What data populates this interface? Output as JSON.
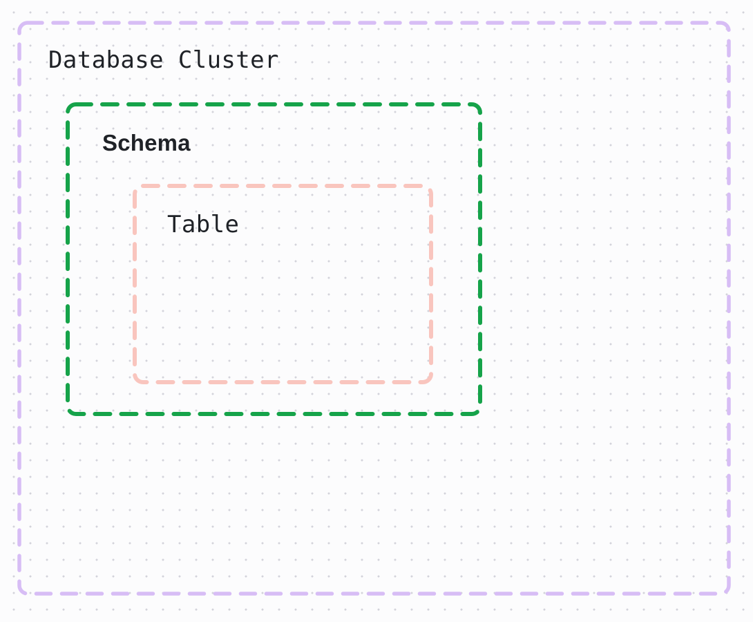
{
  "canvas": {
    "background_color": "#fcfcfd",
    "dot_color": "#d3d3db",
    "text_color": "#1f2227"
  },
  "diagram": {
    "nodes": [
      {
        "id": "database-cluster",
        "label": "Database Cluster",
        "border_color": "#d7bdf5"
      },
      {
        "id": "schema",
        "label": "Schema",
        "border_color": "#16a34a"
      },
      {
        "id": "table",
        "label": "Table",
        "border_color": "#f9c5be"
      }
    ]
  }
}
